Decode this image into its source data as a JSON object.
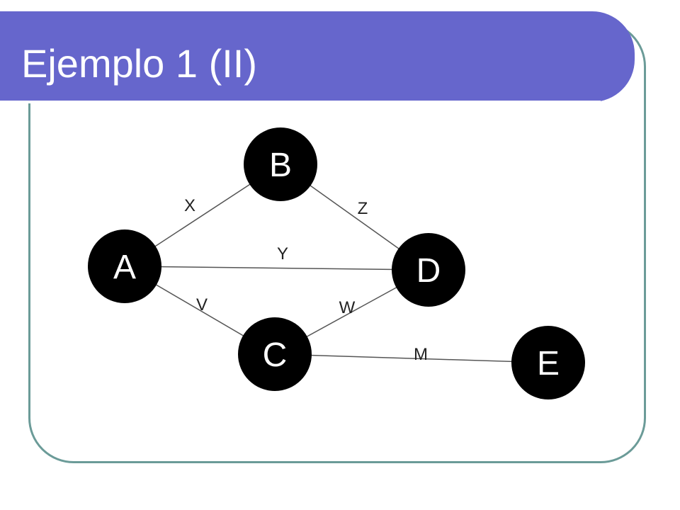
{
  "slide": {
    "title": "Ejemplo 1 (II)"
  },
  "graph": {
    "nodes": [
      {
        "id": "A",
        "label": "A"
      },
      {
        "id": "B",
        "label": "B"
      },
      {
        "id": "C",
        "label": "C"
      },
      {
        "id": "D",
        "label": "D"
      },
      {
        "id": "E",
        "label": "E"
      }
    ],
    "edges": [
      {
        "from": "A",
        "to": "B",
        "label": "X"
      },
      {
        "from": "A",
        "to": "D",
        "label": "Y"
      },
      {
        "from": "B",
        "to": "D",
        "label": "Z"
      },
      {
        "from": "A",
        "to": "C",
        "label": "V"
      },
      {
        "from": "C",
        "to": "D",
        "label": "W"
      },
      {
        "from": "C",
        "to": "E",
        "label": "M"
      }
    ]
  },
  "colors": {
    "title_bar": "#6666cc",
    "frame_border": "#6b9b98",
    "node_fill": "#000000"
  }
}
